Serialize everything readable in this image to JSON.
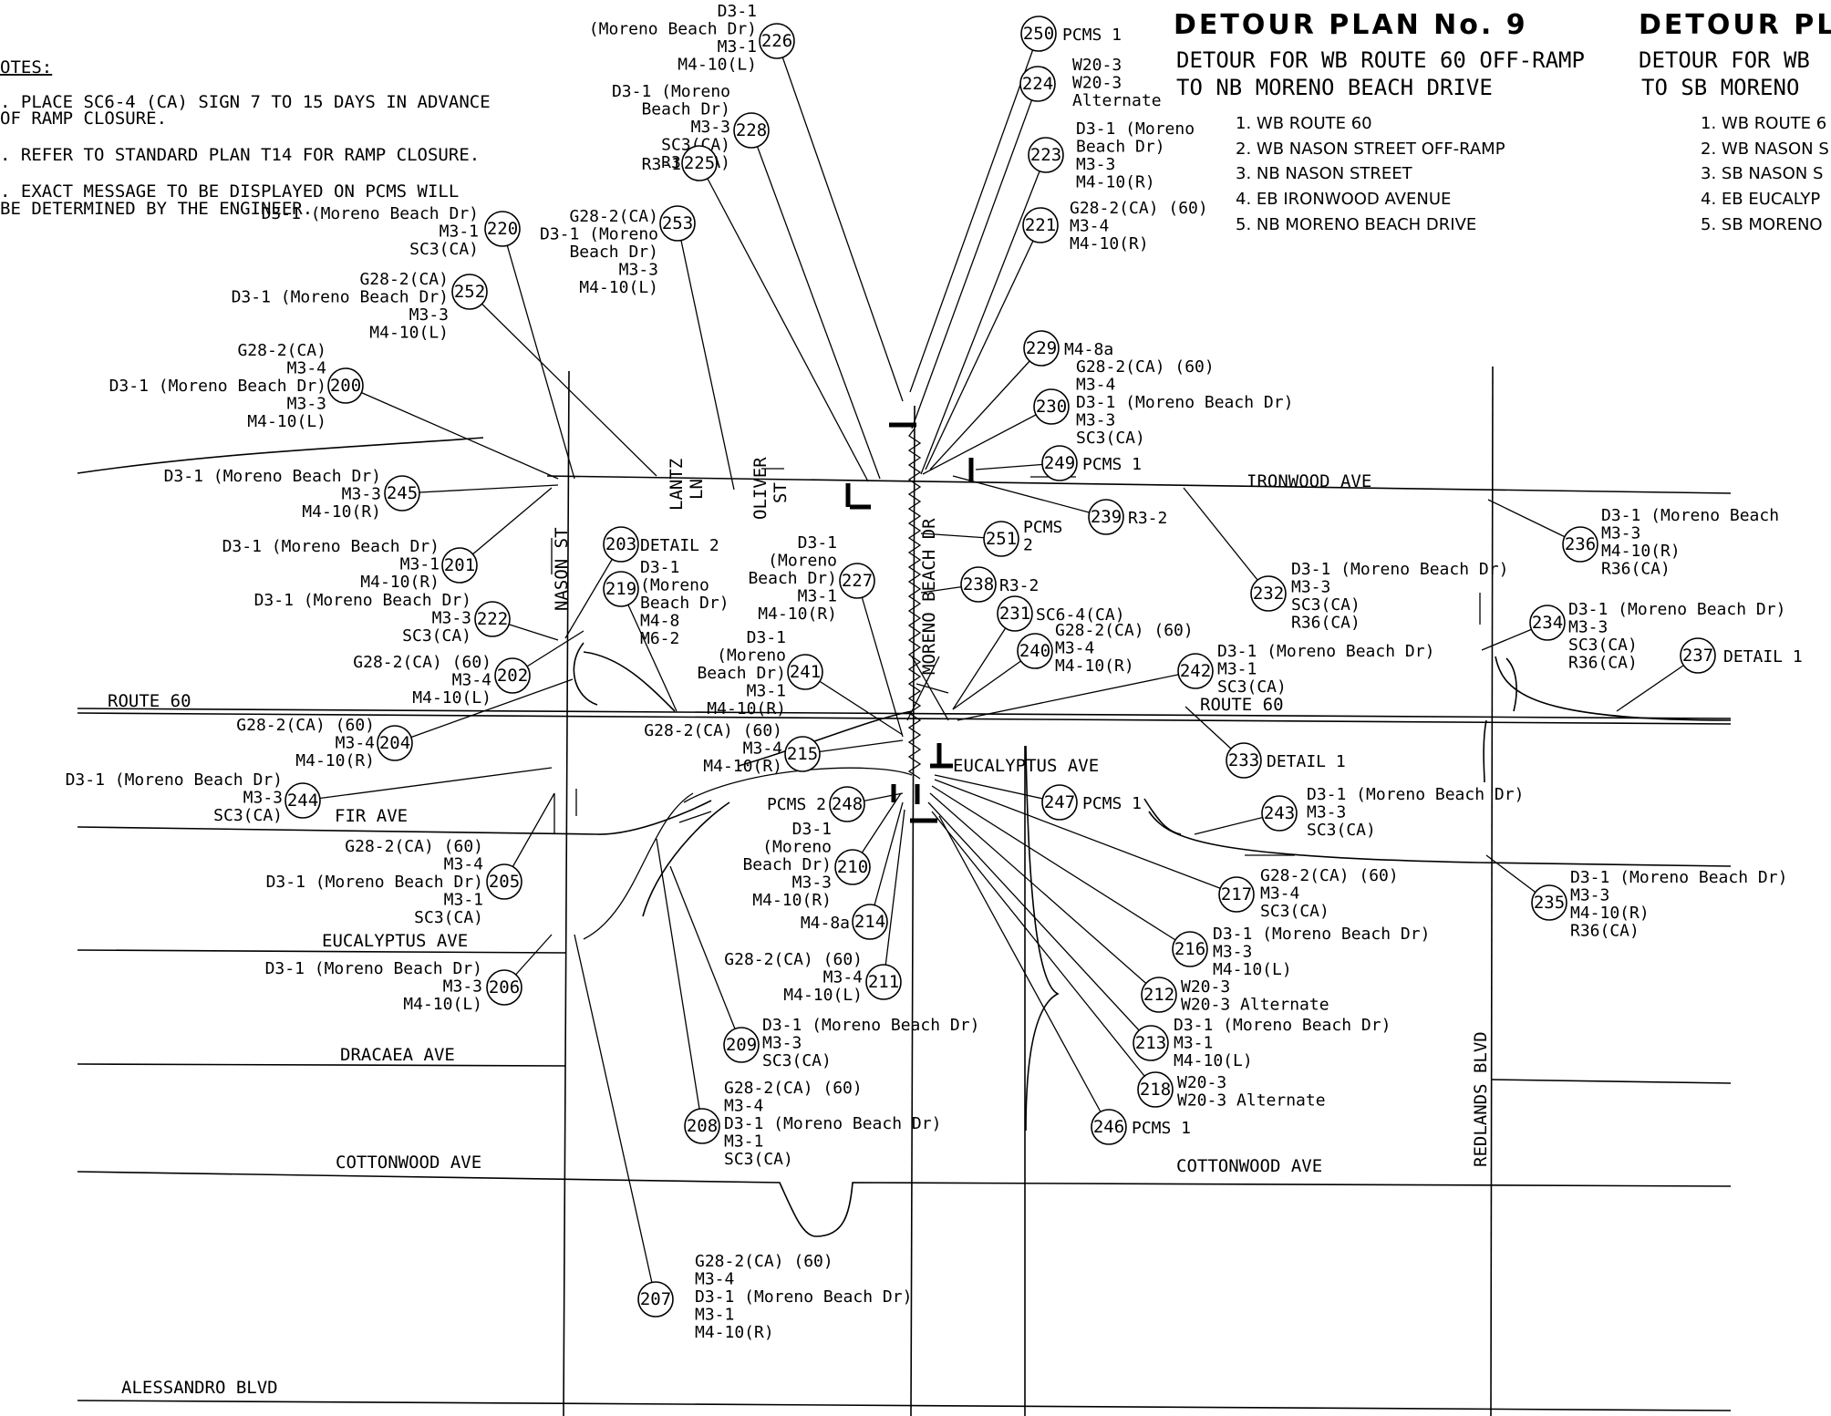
{
  "notes": {
    "heading": "OTES:",
    "items": [
      ". PLACE SC6-4 (CA) SIGN 7 TO 15 DAYS IN ADVANCE",
      "  OF RAMP CLOSURE.",
      ". REFER TO STANDARD PLAN T14 FOR RAMP CLOSURE.",
      ". EXACT MESSAGE TO BE DISPLAYED ON PCMS WILL",
      "  BE DETERMINED BY THE ENGINEER."
    ]
  },
  "plan9": {
    "title": "DETOUR PLAN No. 9",
    "subtitle_1": "DETOUR FOR WB ROUTE 60 OFF-RAMP",
    "subtitle_2": "TO NB MORENO BEACH DRIVE",
    "steps": [
      "1. WB ROUTE 60",
      "2. WB NASON STREET OFF-RAMP",
      "3. NB NASON STREET",
      "4. EB IRONWOOD AVENUE",
      "5. NB MORENO BEACH DRIVE"
    ]
  },
  "plan10": {
    "title": "DETOUR PLA",
    "subtitle_1": "DETOUR FOR WB",
    "subtitle_2": "TO SB MORENO",
    "steps": [
      "1. WB ROUTE 6",
      "2. WB NASON S",
      "3. SB NASON S",
      "4. EB EUCALYP",
      "5. SB MORENO"
    ]
  },
  "streets": {
    "ironwood": "IRONWOOD AVE",
    "route60_w": "ROUTE 60",
    "route60_e": "ROUTE 60",
    "eucalyptus_e": "EUCALYPTUS AVE",
    "fir": "FIR AVE",
    "eucalyptus_w": "EUCALYPTUS AVE",
    "dracaea": "DRACAEA AVE",
    "cottonwood_w": "COTTONWOOD AVE",
    "cottonwood_e": "COTTONWOOD AVE",
    "alessandro": "ALESSANDRO BLVD",
    "nason": "NASON ST",
    "lantz_1": "LANTZ",
    "lantz_2": "LN",
    "oliver_1": "OLIVER",
    "oliver_2": "ST",
    "moreno": "MORENO BEACH DR",
    "redlands": "REDLANDS BLVD"
  },
  "signs": [
    {
      "id": "226",
      "lines": [
        "D3-1",
        "(Moreno Beach Dr)",
        "M3-1",
        "M4-10(L)"
      ]
    },
    {
      "id": "228",
      "lines": [
        "D3-1 (Moreno",
        "Beach Dr)",
        "M3-3",
        "SC3(CA)",
        "R36(CA)"
      ]
    },
    {
      "id": "225",
      "lines": [
        "R3-1"
      ]
    },
    {
      "id": "253",
      "lines": [
        "G28-2(CA)",
        "D3-1 (Moreno",
        "Beach Dr)",
        "M3-3",
        "M4-10(L)"
      ]
    },
    {
      "id": "220",
      "lines": [
        "D3-1 (Moreno Beach Dr)",
        "M3-1",
        "SC3(CA)"
      ]
    },
    {
      "id": "252",
      "lines": [
        "G28-2(CA)",
        "D3-1 (Moreno Beach Dr)",
        "M3-3",
        "M4-10(L)"
      ]
    },
    {
      "id": "200",
      "lines": [
        "G28-2(CA)",
        "M3-4",
        "D3-1 (Moreno Beach Dr)",
        "M3-3",
        "M4-10(L)"
      ]
    },
    {
      "id": "245",
      "lines": [
        "D3-1 (Moreno Beach Dr)",
        "M3-3",
        "M4-10(R)"
      ]
    },
    {
      "id": "201",
      "lines": [
        "D3-1 (Moreno Beach Dr)",
        "M3-1",
        "M4-10(R)"
      ]
    },
    {
      "id": "222",
      "lines": [
        "D3-1 (Moreno Beach Dr)",
        "M3-3",
        "SC3(CA)"
      ]
    },
    {
      "id": "202",
      "lines": [
        "G28-2(CA) (60)",
        "M3-4",
        "M4-10(L)"
      ]
    },
    {
      "id": "204",
      "lines": [
        "G28-2(CA) (60)",
        "M3-4",
        "M4-10(R)"
      ]
    },
    {
      "id": "244",
      "lines": [
        "D3-1 (Moreno Beach Dr)",
        "M3-3",
        "SC3(CA)"
      ]
    },
    {
      "id": "205",
      "lines": [
        "G28-2(CA) (60)",
        "M3-4",
        "D3-1 (Moreno Beach Dr)",
        "M3-1",
        "SC3(CA)"
      ]
    },
    {
      "id": "206",
      "lines": [
        "D3-1 (Moreno Beach Dr)",
        "M3-3",
        "M4-10(L)"
      ]
    },
    {
      "id": "203",
      "lines": [
        "DETAIL 2"
      ]
    },
    {
      "id": "219",
      "lines": [
        "D3-1",
        "(Moreno",
        "Beach Dr)",
        "M4-8",
        "M6-2"
      ]
    },
    {
      "id": "227",
      "lines": [
        "D3-1",
        "(Moreno",
        "Beach Dr)",
        "M3-1",
        "M4-10(R)"
      ]
    },
    {
      "id": "241",
      "lines": [
        "D3-1",
        "(Moreno",
        "Beach Dr)",
        "M3-1",
        "M4-10(R)"
      ]
    },
    {
      "id": "215",
      "lines": [
        "G28-2(CA) (60)",
        "M3-4",
        "M4-10(R)"
      ]
    },
    {
      "id": "248",
      "lines": [
        "PCMS 2"
      ]
    },
    {
      "id": "210",
      "lines": [
        "D3-1",
        "(Moreno",
        "Beach Dr)",
        "M3-3",
        "M4-10(R)"
      ]
    },
    {
      "id": "214",
      "lines": [
        "M4-8a"
      ]
    },
    {
      "id": "211",
      "lines": [
        "G28-2(CA) (60)",
        "M3-4",
        "M4-10(L)"
      ]
    },
    {
      "id": "209",
      "lines": [
        "D3-1 (Moreno Beach Dr)",
        "M3-3",
        "SC3(CA)"
      ]
    },
    {
      "id": "208",
      "lines": [
        "G28-2(CA) (60)",
        "M3-4",
        "D3-1 (Moreno Beach Dr)",
        "M3-1",
        "SC3(CA)"
      ]
    },
    {
      "id": "207",
      "lines": [
        "G28-2(CA) (60)",
        "M3-4",
        "D3-1 (Moreno Beach Dr)",
        "M3-1",
        "M4-10(R)"
      ]
    },
    {
      "id": "250",
      "lines": [
        "PCMS 1"
      ]
    },
    {
      "id": "224",
      "lines": [
        "W20-3",
        "W20-3",
        "Alternate"
      ]
    },
    {
      "id": "223",
      "lines": [
        "D3-1 (Moreno",
        "Beach Dr)",
        "M3-3",
        "M4-10(R)"
      ]
    },
    {
      "id": "221",
      "lines": [
        "G28-2(CA) (60)",
        "M3-4",
        "M4-10(R)"
      ]
    },
    {
      "id": "229",
      "lines": [
        "M4-8a"
      ]
    },
    {
      "id": "230",
      "lines": [
        "G28-2(CA) (60)",
        "M3-4",
        "D3-1 (Moreno Beach Dr)",
        "M3-3",
        "SC3(CA)"
      ]
    },
    {
      "id": "249",
      "lines": [
        "PCMS 1"
      ]
    },
    {
      "id": "251",
      "lines": [
        "PCMS",
        "2"
      ]
    },
    {
      "id": "239",
      "lines": [
        "R3-2"
      ]
    },
    {
      "id": "238",
      "lines": [
        "R3-2"
      ]
    },
    {
      "id": "231",
      "lines": [
        "SC6-4(CA)"
      ]
    },
    {
      "id": "240",
      "lines": [
        "G28-2(CA) (60)",
        "M3-4",
        "M4-10(R)"
      ]
    },
    {
      "id": "242",
      "lines": [
        "D3-1 (Moreno Beach Dr)",
        "M3-1",
        "SC3(CA)"
      ]
    },
    {
      "id": "232",
      "lines": [
        "D3-1 (Moreno Beach Dr)",
        "M3-3",
        "SC3(CA)",
        "R36(CA)"
      ]
    },
    {
      "id": "233",
      "lines": [
        "DETAIL 1"
      ]
    },
    {
      "id": "247",
      "lines": [
        "PCMS 1"
      ]
    },
    {
      "id": "243",
      "lines": [
        "D3-1 (Moreno Beach Dr)",
        "M3-3",
        "SC3(CA)"
      ]
    },
    {
      "id": "217",
      "lines": [
        "G28-2(CA) (60)",
        "M3-4",
        "SC3(CA)"
      ]
    },
    {
      "id": "216",
      "lines": [
        "D3-1 (Moreno Beach Dr)",
        "M3-3",
        "M4-10(L)"
      ]
    },
    {
      "id": "212",
      "lines": [
        "W20-3",
        "W20-3 Alternate"
      ]
    },
    {
      "id": "213",
      "lines": [
        "D3-1 (Moreno Beach Dr)",
        "M3-1",
        "M4-10(L)"
      ]
    },
    {
      "id": "218",
      "lines": [
        "W20-3",
        "W20-3 Alternate"
      ]
    },
    {
      "id": "246",
      "lines": [
        "PCMS 1"
      ]
    },
    {
      "id": "236",
      "lines": [
        "D3-1 (Moreno Beach",
        "M3-3",
        "M4-10(R)",
        "R36(CA)"
      ]
    },
    {
      "id": "234",
      "lines": [
        "D3-1 (Moreno Beach Dr)",
        "M3-3",
        "SC3(CA)",
        "R36(CA)"
      ]
    },
    {
      "id": "237",
      "lines": [
        "DETAIL 1"
      ]
    },
    {
      "id": "235",
      "lines": [
        "D3-1 (Moreno Beach Dr)",
        "M3-3",
        "M4-10(R)",
        "R36(CA)"
      ]
    }
  ]
}
